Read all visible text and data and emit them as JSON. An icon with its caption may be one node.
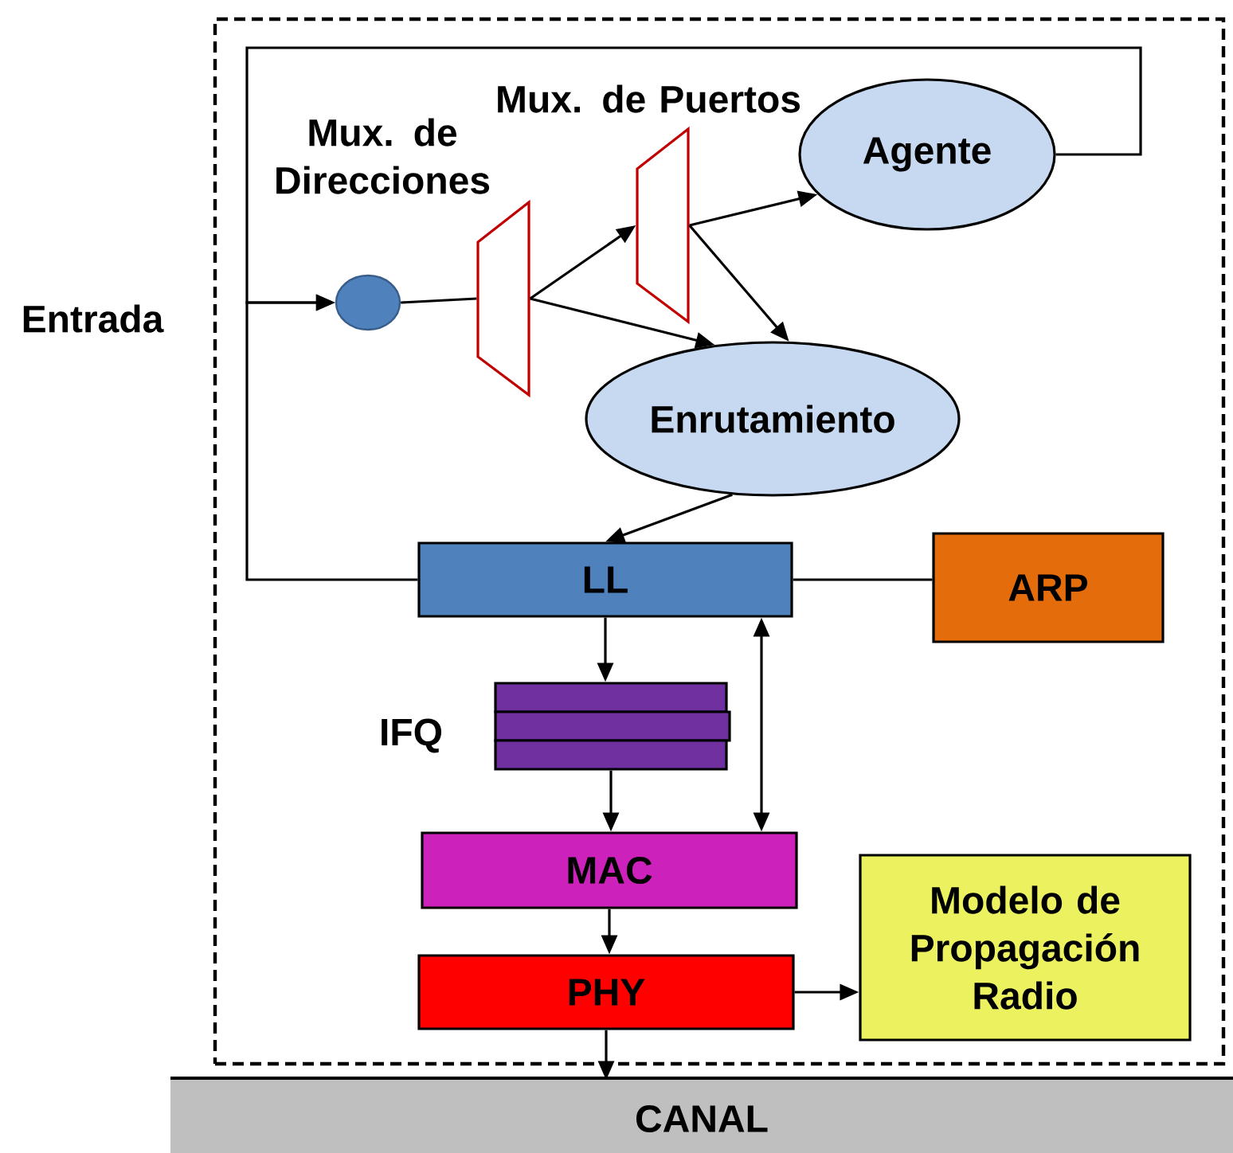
{
  "diagram": {
    "nodes": [
      {
        "text": [],
        "shape": "box"
      },
      {
        "text": [],
        "shape": "circle",
        "in": 0
      },
      {
        "text": [
          "Mux. de Direcciones"
        ],
        "in": 0
      },
      {
        "text": [
          "Mux. de Puertos"
        ],
        "in": 0
      },
      {
        "text": [
          "Agente"
        ],
        "in": 0
      },
      {
        "text": [
          "Enrutamiento"
        ],
        "in": 0
      },
      {
        "text": [
          "LL"
        ],
        "in": 0
      },
      {
        "text": [
          "ARP"
        ],
        "in": 0
      },
      {
        "text": [
          "IFQ"
        ],
        "in": 0
      },
      {
        "text": [
          "MAC"
        ],
        "in": 0
      },
      {
        "text": [
          "PHY"
        ],
        "in": 0
      },
      {
        "text": [
          "Modelo de Propagación Radio"
        ],
        "in": 0
      },
      {
        "text": [
          "CANAL"
        ]
      }
    ],
    "edges": [
      {
        "from": 4,
        "to": 1,
        "arrow": "to"
      },
      {
        "from": 6,
        "to": 1,
        "arrow": "to"
      },
      {
        "from": 1,
        "to": 2,
        "arrow": "none"
      },
      {
        "from": 2,
        "to": 3,
        "arrow": "to"
      },
      {
        "from": 2,
        "to": 5,
        "arrow": "to"
      },
      {
        "from": 3,
        "to": 4,
        "arrow": "to"
      },
      {
        "from": 3,
        "to": 5,
        "arrow": "to"
      },
      {
        "from": 5,
        "to": 6,
        "arrow": "to"
      },
      {
        "from": 6,
        "to": 7,
        "arrow": "none"
      },
      {
        "from": 6,
        "to": 8,
        "arrow": "to"
      },
      {
        "from": 8,
        "to": 9,
        "arrow": "to"
      },
      {
        "from": 6,
        "to": 9,
        "arrow": "both"
      },
      {
        "from": 9,
        "to": 10,
        "arrow": "to"
      },
      {
        "from": 10,
        "to": 11,
        "arrow": "to"
      },
      {
        "from": 10,
        "to": 12,
        "arrow": "to"
      }
    ],
    "labels": [
      "Entrada"
    ]
  }
}
